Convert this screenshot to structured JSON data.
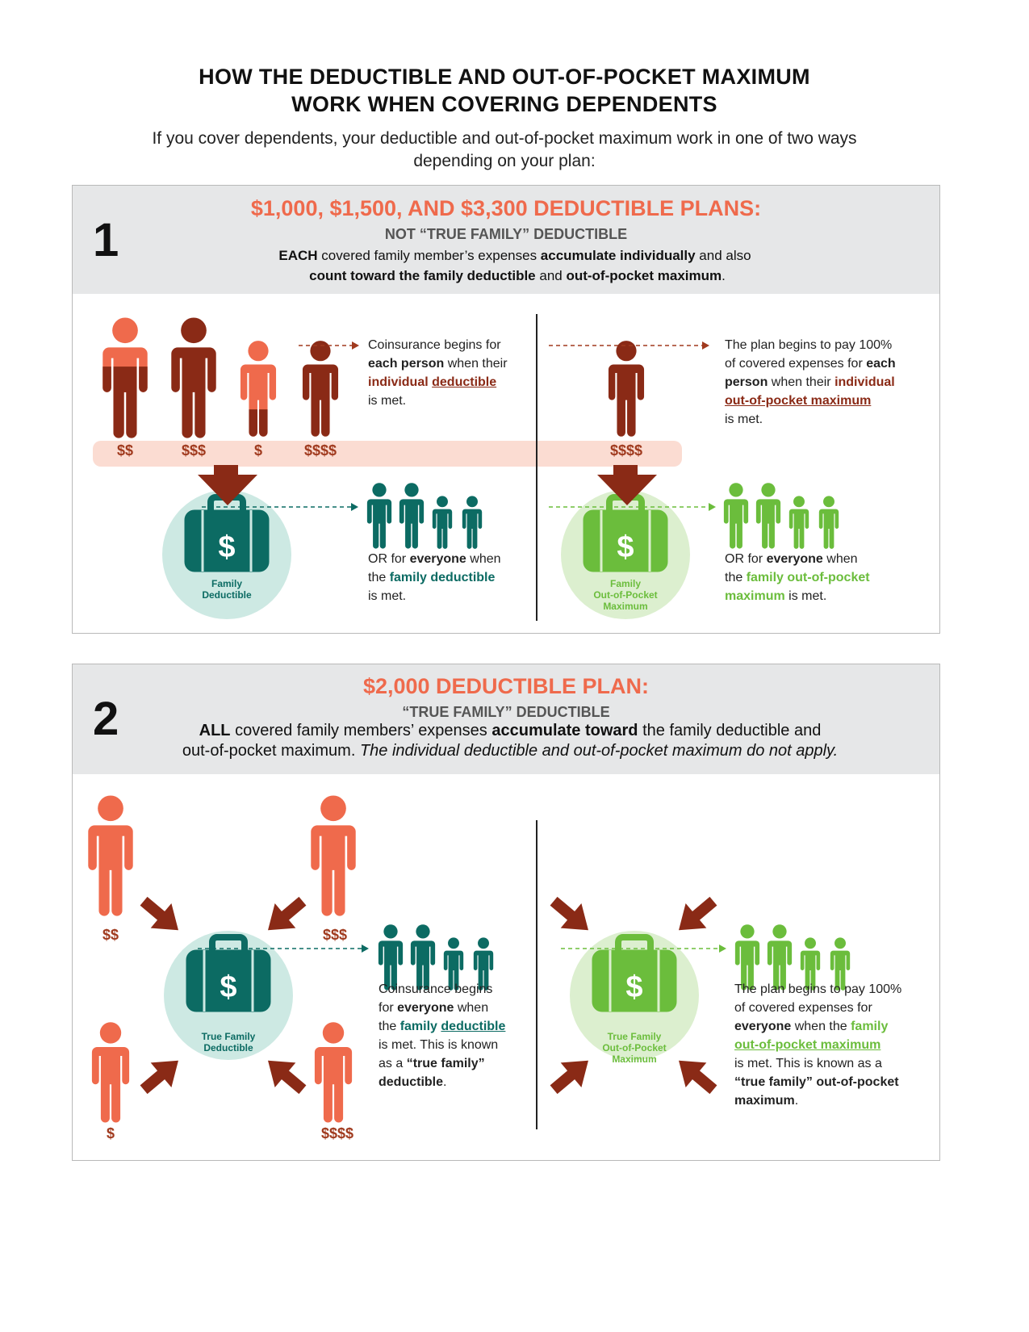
{
  "title": {
    "line1": "HOW THE DEDUCTIBLE AND OUT-OF-POCKET MAXIMUM",
    "line2": "WORK WHEN COVERING DEPENDENTS"
  },
  "intro": {
    "line1": "If you cover dependents, your deductible and out-of-pocket maximum work in one of two ways",
    "line2": "depending on your plan:"
  },
  "colors": {
    "coral": "#ef6a4c",
    "dark_red": "#8a2a16",
    "teal": "#0c6b63",
    "light_teal": "#cde9e3",
    "green": "#6bbd3c",
    "light_green": "#dcefcf",
    "panel_gray": "#e6e7e8",
    "band_pink": "#fbdcd2"
  },
  "section1": {
    "number": "1",
    "title": "$1,000, $1,500, AND $3,300 DEDUCTIBLE PLANS:",
    "subtitle": "NOT “TRUE FAMILY” DEDUCTIBLE",
    "desc": {
      "each": "EACH",
      "part1": " covered family member’s expenses ",
      "accumulate": "accumulate individually",
      "part2": "  and also",
      "count": "count toward the family deductible",
      "and": " and ",
      "oop": "out-of-pocket maximum",
      "end": "."
    },
    "person_amounts": [
      "$$",
      "$$$",
      "$",
      "$$$$"
    ],
    "right_amount": "$$$$",
    "left_top_text": {
      "l1": "Coinsurance begins for",
      "each_person": "each person",
      "l2": " when their",
      "individual": "individual",
      "deductible": "deductible",
      "l3": "is met."
    },
    "right_top_text": {
      "l1": "The plan begins to pay 100%",
      "l2": "of covered expenses for ",
      "each": "each",
      "person": "person",
      "l3": " when their ",
      "individual": "individual",
      "oop": "out-of-pocket maximum",
      "l4": "is met."
    },
    "left_circle_label": {
      "l1": "Family",
      "l2": "Deductible"
    },
    "right_circle_label": {
      "l1": "Family",
      "l2": "Out-of-Pocket",
      "l3": "Maximum"
    },
    "left_bottom_text": {
      "or": "OR for ",
      "everyone": "everyone",
      "when": " when",
      "the": "the ",
      "family_deductible": "family deductible",
      "met": "is met."
    },
    "right_bottom_text": {
      "or": "OR for ",
      "everyone": "everyone",
      "when": " when",
      "the": "the ",
      "family_oop": "family out-of-pocket",
      "maximum": "maximum",
      "met": " is met."
    }
  },
  "section2": {
    "number": "2",
    "title": "$2,000 DEDUCTIBLE PLAN:",
    "subtitle": "“TRUE FAMILY” DEDUCTIBLE",
    "desc": {
      "all": "ALL",
      "part1": " covered family members’ expenses ",
      "accumulate": "accumulate toward",
      "part2": " the family deductible and",
      "part3": "out-of-pocket maximum. ",
      "italic": "The individual deductible and out-of-pocket maximum do not apply."
    },
    "person_amounts": [
      "$$",
      "$$$",
      "$",
      "$$$$"
    ],
    "left_circle_label": {
      "l1": "True Family",
      "l2": "Deductible"
    },
    "right_circle_label": {
      "l1": "True Family",
      "l2": "Out-of-Pocket",
      "l3": "Maximum"
    },
    "left_text": {
      "l1": "Coinsurance begins",
      "for": "for ",
      "everyone": "everyone",
      "when": " when",
      "the": "the ",
      "family": "family",
      "deductible": "deductible",
      "met": "is met. This is known",
      "as": "as a ",
      "true_family": "“true family”",
      "deductible2": "deductible",
      "end": "."
    },
    "right_text": {
      "l1": "The plan begins to pay 100%",
      "l2": "of covered expenses for",
      "everyone": "everyone",
      "when": " when the ",
      "family": "family",
      "oop": "out-of-pocket maximum",
      "met": "is met. This is known as a",
      "true_family": "“true family” out-of-pocket",
      "maximum": "maximum",
      "end": "."
    }
  }
}
